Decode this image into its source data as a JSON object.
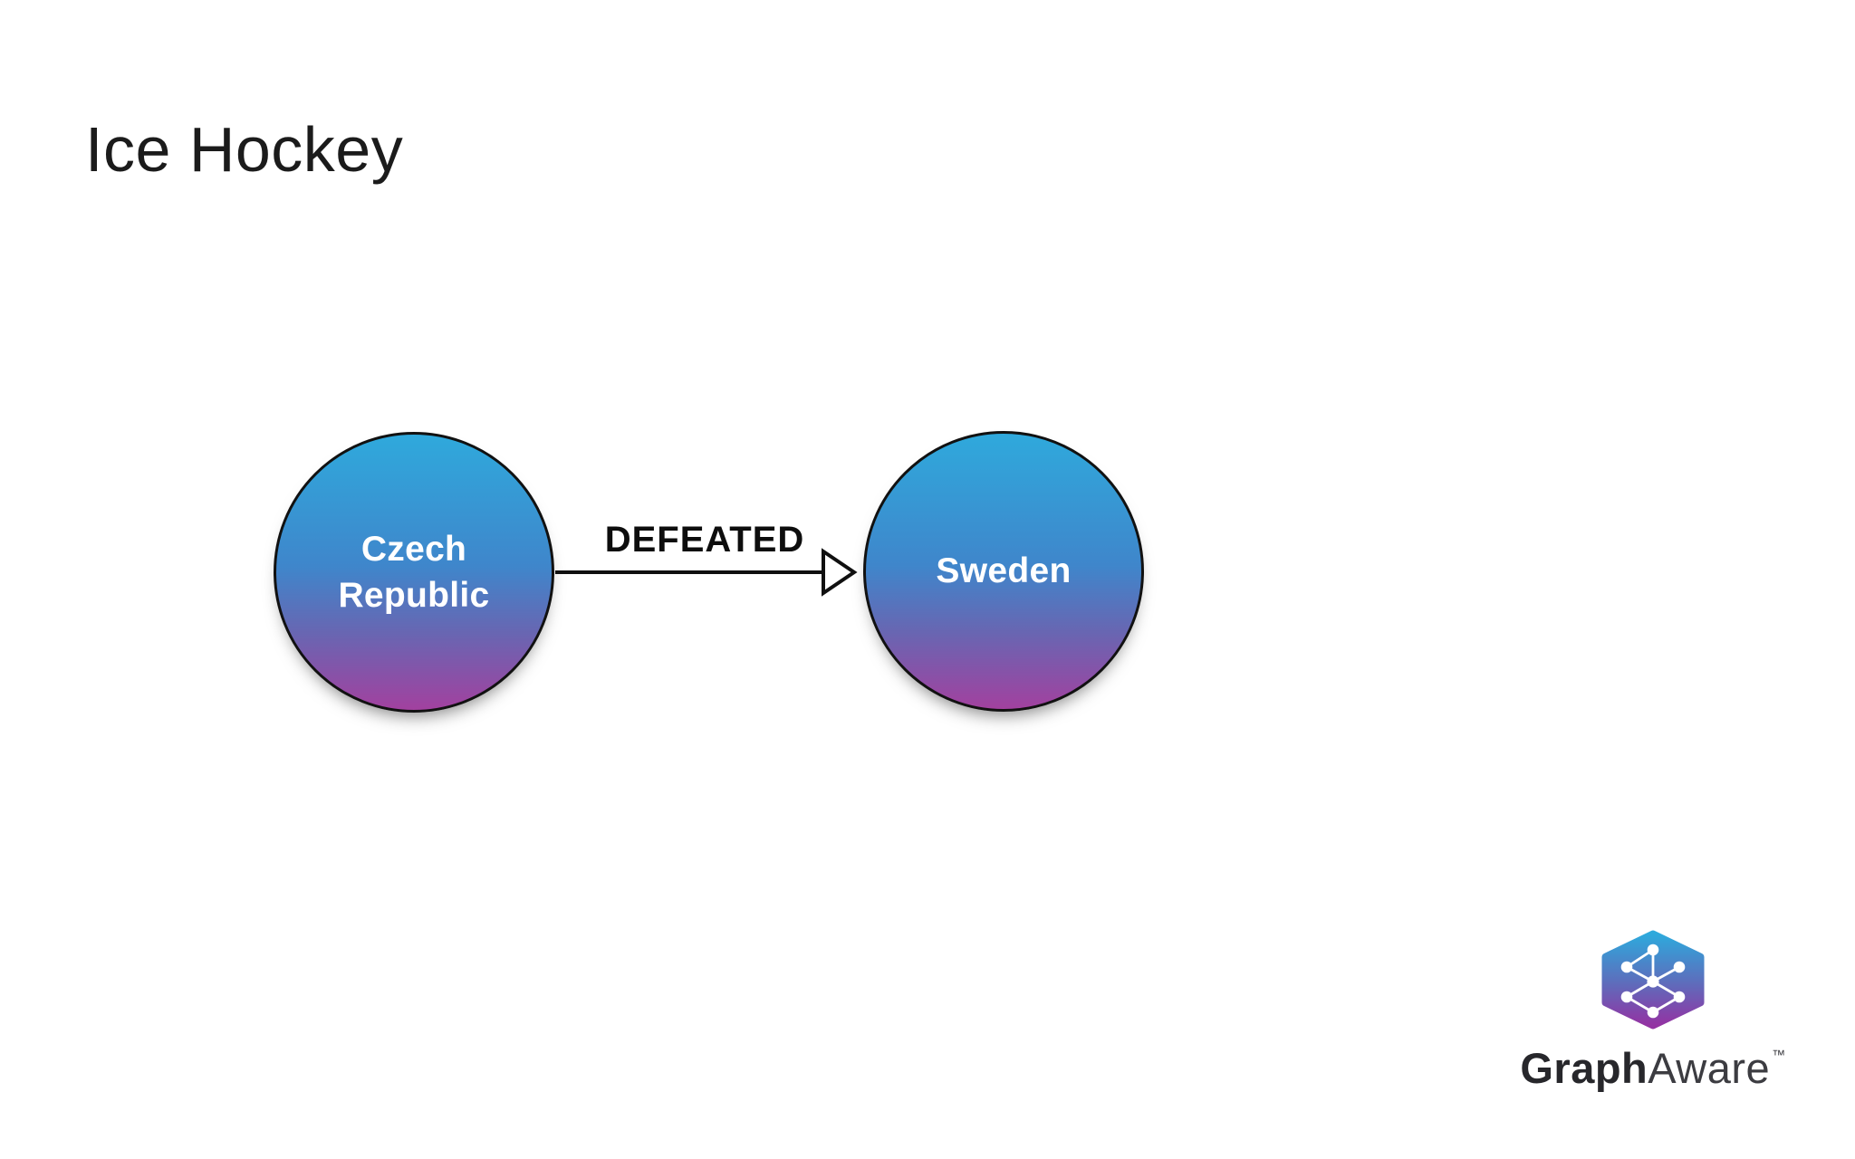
{
  "title": "Ice Hockey",
  "diagram": {
    "nodes": [
      {
        "id": "czech-republic",
        "label": "Czech\nRepublic"
      },
      {
        "id": "sweden",
        "label": "Sweden"
      }
    ],
    "edge": {
      "label": "DEFEATED",
      "from": "czech-republic",
      "to": "sweden",
      "direction": "left-to-right"
    },
    "node_style": {
      "gradient_top": "#2FA9DC",
      "gradient_bottom": "#A2419F",
      "border_color": "#111111",
      "text_color": "#ffffff"
    }
  },
  "branding": {
    "wordmark_primary": "Graph",
    "wordmark_secondary": "Aware",
    "trademark": "™",
    "logo_icon": "graphaware-hexagon-network-icon",
    "logo_gradient_top": "#2EA9DC",
    "logo_gradient_bottom": "#9333A3"
  }
}
